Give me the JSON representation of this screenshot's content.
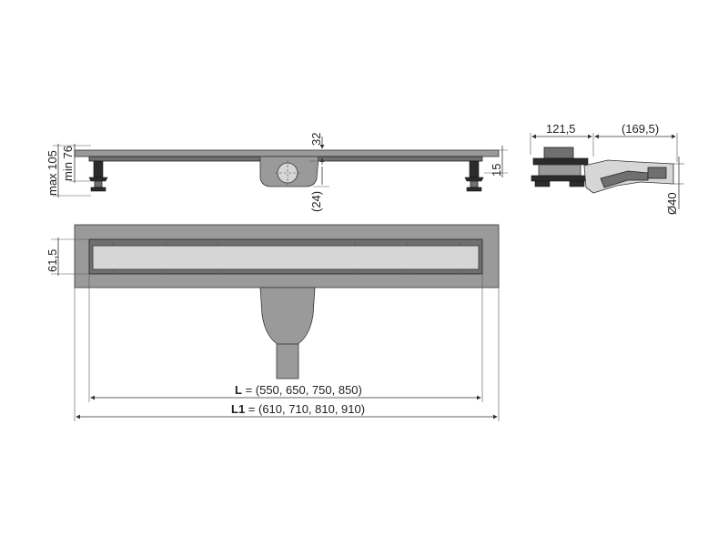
{
  "dimensions": {
    "top_32": "32",
    "top_24": "(24)",
    "right_15": "15",
    "left_max105": "max 105",
    "left_min76": "min 76",
    "side_121_5": "121,5",
    "side_169_5": "(169,5)",
    "side_d40": "Ø40",
    "plan_61_5": "61,5",
    "length_L_symbol": "L",
    "length_L_values": " = (550, 650, 750, 850)",
    "length_L1_symbol": "L1",
    "length_L1_values": " = (610, 710, 810, 910)"
  }
}
